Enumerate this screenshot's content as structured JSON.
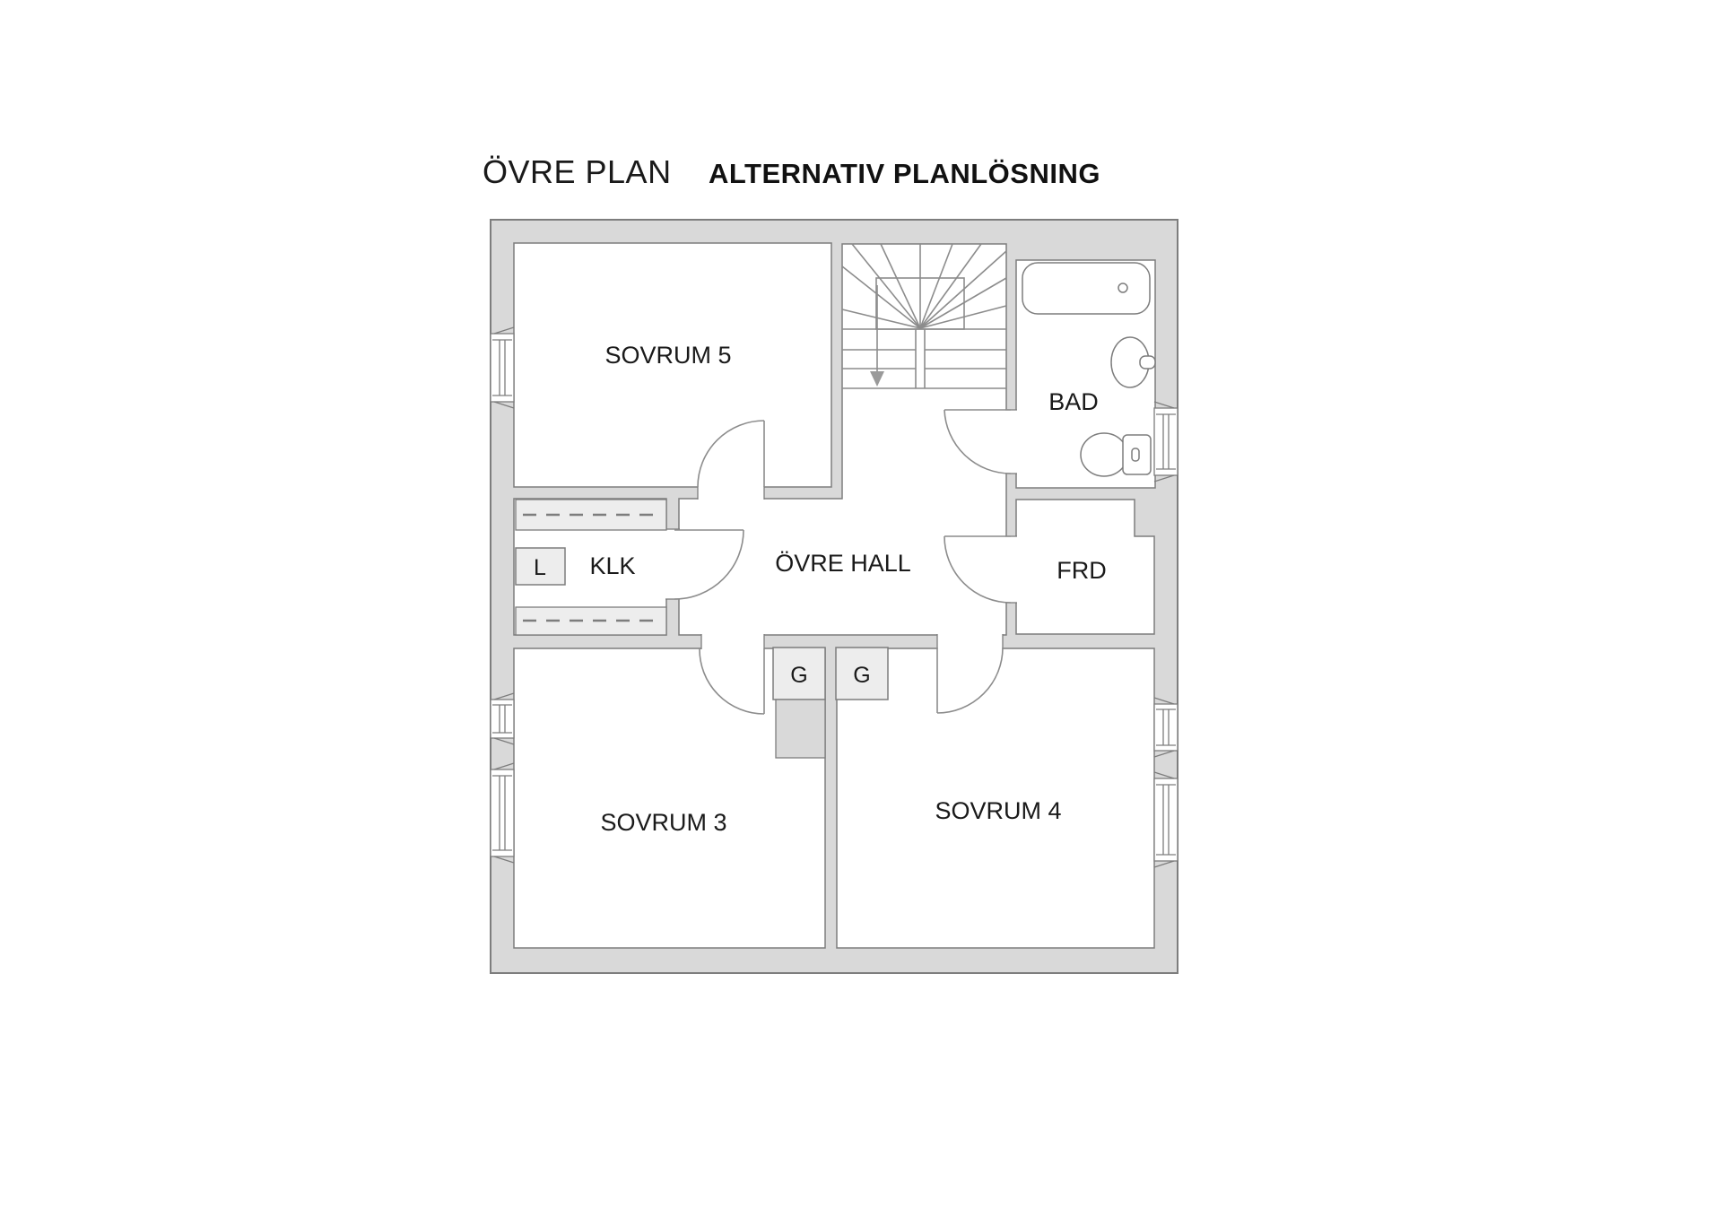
{
  "page": {
    "background": "#ffffff"
  },
  "header": {
    "title": "ÖVRE PLAN",
    "subtitle": "ALTERNATIV PLANLÖSNING"
  },
  "floorplan": {
    "rooms": {
      "sovrum5": {
        "label": "SOVRUM 5"
      },
      "bad": {
        "label": "BAD"
      },
      "ovre_hall": {
        "label": "ÖVRE HALL"
      },
      "klk": {
        "label": "KLK"
      },
      "frd": {
        "label": "FRD"
      },
      "sovrum3": {
        "label": "SOVRUM 3"
      },
      "sovrum4": {
        "label": "SOVRUM 4"
      }
    },
    "fixtures": {
      "linen_cabinet": {
        "label": "L"
      },
      "wardrobe_left": {
        "label": "G"
      },
      "wardrobe_right": {
        "label": "G"
      }
    },
    "colors": {
      "wall_fill": "#d9d9d9",
      "outline": "#7d7d7d",
      "room_fill": "#ffffff",
      "closet_fill": "#ededed",
      "stair_line": "#8c8c8c",
      "text": "#1a1a1a"
    }
  }
}
